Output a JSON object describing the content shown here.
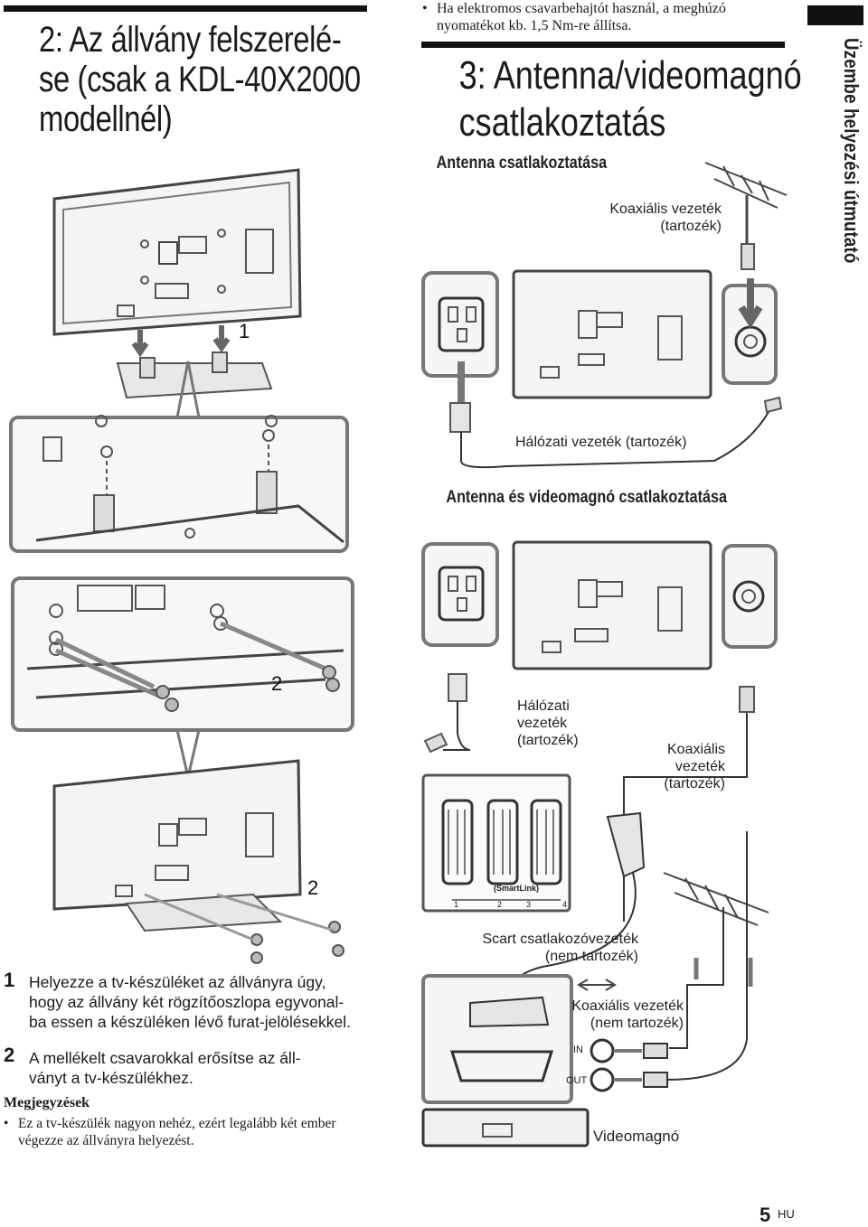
{
  "left_title": [
    "2: Az állvány felszerelé-",
    "se (csak a KDL-40X2000",
    "modellnél)"
  ],
  "bullet_top": "Ha elektromos csavarbehajtót használ, a meghúzó nyomatékot kb. 1,5 Nm-re állítsa.",
  "right_title": [
    "3: Antenna/videomagnó",
    "csatlakoztatás"
  ],
  "sidebar_text": "Üzembe helyezési útmutató",
  "section1": "Antenna csatlakoztatása",
  "section2": "Antenna és videomagnó csatlakoztatása",
  "labels": {
    "coax_top": [
      "Koaxiális vezeték",
      "(tartozék)"
    ],
    "power_top": "Hálózati vezeték (tartozék)",
    "power_mid": [
      "Hálózati",
      "vezeték",
      "(tartozék)"
    ],
    "coax_mid": [
      "Koaxiális",
      "vezeték",
      "(tartozék)"
    ],
    "scart": [
      "Scart csatlakozóvezeték",
      "(nem tartozék)"
    ],
    "coax_vcr": [
      "Koaxiális vezeték",
      "(nem tartozék)"
    ],
    "in": "IN",
    "out": "OUT",
    "vcr": "Videomagnó",
    "smartlink": "(SmartLink)",
    "port_nums": [
      "1",
      "2",
      "3",
      "4"
    ]
  },
  "figure_numbers": {
    "n1": "1",
    "n2a": "2",
    "n2b": "2"
  },
  "steps": [
    {
      "num": "1",
      "text": [
        "Helyezze a tv-készüléket az állványra úgy,",
        "hogy az állvány két rögzítőoszlopa egyvonal-",
        "ba essen a készüléken lévő furat-jelölésekkel."
      ]
    },
    {
      "num": "2",
      "text": [
        "A mellékelt csavarokkal erősítse az áll-",
        "ványt a tv-készülékhez."
      ]
    }
  ],
  "notes_title": "Megjegyzések",
  "note_text": [
    "Ez a tv-készülék nagyon nehéz, ezért legalább két ember",
    "végezze az állványra helyezést."
  ],
  "page_number": "5",
  "page_lang": "HU"
}
